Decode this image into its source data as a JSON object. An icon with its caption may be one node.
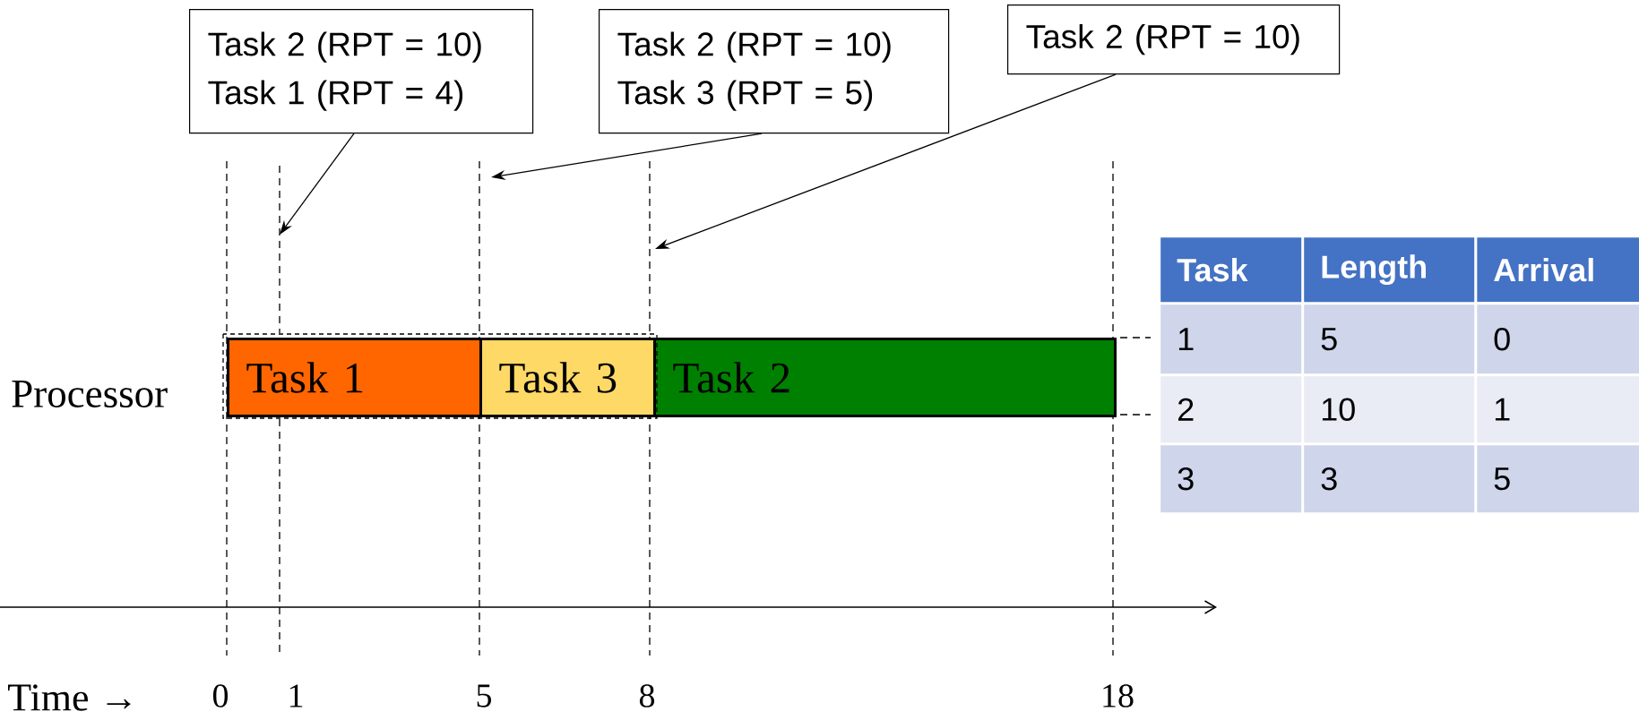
{
  "diagram": {
    "nodes": [
      {
        "text": [
          "Task 2 (RPT = 10)",
          "Task 1 (RPT = 4)"
        ]
      },
      {
        "text": [
          "Task 2 (RPT = 10)",
          "Task 3 (RPT = 5)"
        ]
      },
      {
        "text": [
          "Task 2 (RPT = 10)"
        ]
      },
      {
        "text": [
          "Task 1"
        ]
      },
      {
        "text": [
          "Task 3"
        ]
      },
      {
        "text": [
          "Task 2"
        ]
      }
    ],
    "edges": [
      {
        "from": 0,
        "to": null,
        "arrow": "to"
      },
      {
        "from": 1,
        "to": null,
        "arrow": "to"
      },
      {
        "from": 2,
        "to": null,
        "arrow": "to"
      }
    ],
    "labels": [
      "Task",
      "Length",
      "Arrival",
      "1",
      "5",
      "0",
      "2",
      "10",
      "1",
      "3",
      "3",
      "5",
      "Processor",
      "Time →",
      "0",
      "1",
      "5",
      "8",
      "18"
    ]
  }
}
